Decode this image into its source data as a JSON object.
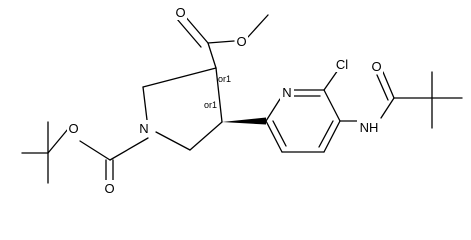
{
  "molecule": {
    "atom_labels": {
      "o_ester_carbonyl": "O",
      "o_ester_single": "O",
      "n_ring": "N",
      "o_boc_single": "O",
      "o_boc_carbonyl": "O",
      "n_pyridine": "N",
      "cl": "Cl",
      "nh_amide": "NH",
      "o_amide": "O"
    },
    "stereo_labels": {
      "c3": "or1",
      "c4": "or1"
    }
  }
}
